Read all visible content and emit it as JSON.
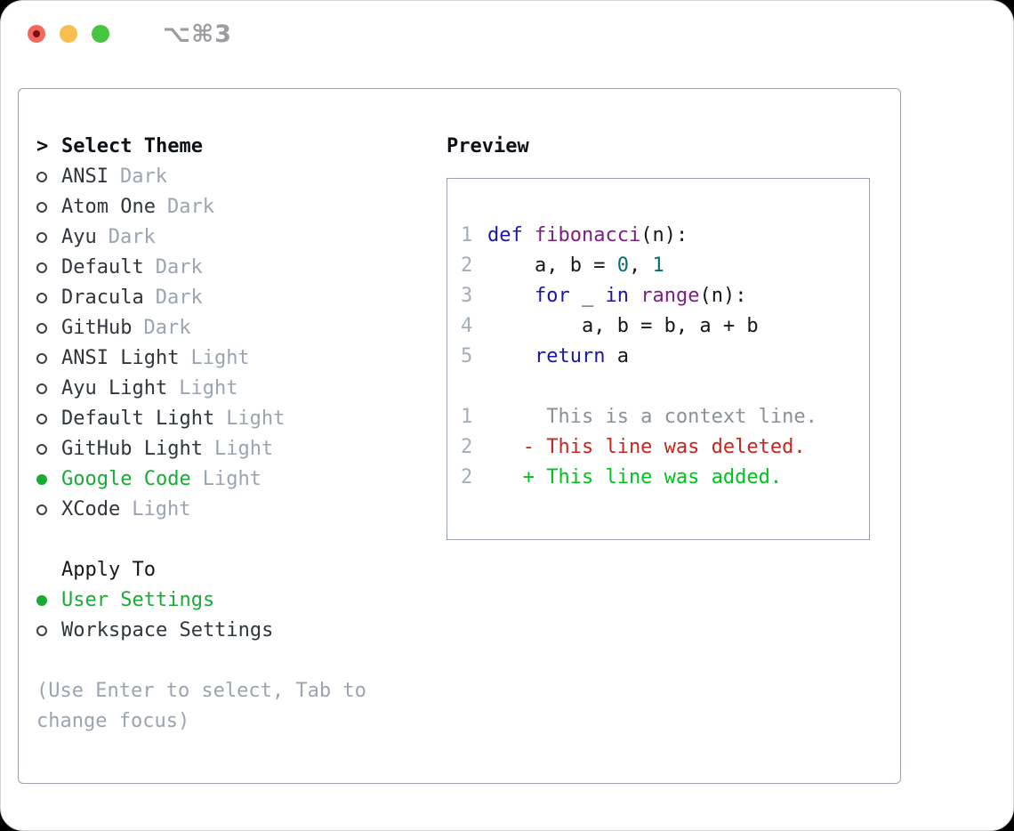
{
  "window": {
    "title": "⌥⌘3"
  },
  "titlebar_buttons": [
    {
      "name": "close"
    },
    {
      "name": "minimize"
    },
    {
      "name": "zoom"
    }
  ],
  "theme_list": {
    "header_prefix": ">",
    "header": "Select Theme",
    "items": [
      {
        "name": "ANSI",
        "variant": "Dark",
        "selected": false
      },
      {
        "name": "Atom One",
        "variant": "Dark",
        "selected": false
      },
      {
        "name": "Ayu",
        "variant": "Dark",
        "selected": false
      },
      {
        "name": "Default",
        "variant": "Dark",
        "selected": false
      },
      {
        "name": "Dracula",
        "variant": "Dark",
        "selected": false
      },
      {
        "name": "GitHub",
        "variant": "Dark",
        "selected": false
      },
      {
        "name": "ANSI Light",
        "variant": "Light",
        "selected": false
      },
      {
        "name": "Ayu Light",
        "variant": "Light",
        "selected": false
      },
      {
        "name": "Default Light",
        "variant": "Light",
        "selected": false
      },
      {
        "name": "GitHub Light",
        "variant": "Light",
        "selected": false
      },
      {
        "name": "Google Code",
        "variant": "Light",
        "selected": true
      },
      {
        "name": "XCode",
        "variant": "Light",
        "selected": false
      }
    ]
  },
  "apply_to": {
    "header": "Apply To",
    "options": [
      {
        "label": "User Settings",
        "selected": true
      },
      {
        "label": "Workspace Settings",
        "selected": false
      }
    ]
  },
  "hint": "(Use Enter to select, Tab to change focus)",
  "preview": {
    "header": "Preview",
    "lines": [
      {
        "num": "1",
        "tokens": [
          {
            "t": "def",
            "c": "kw"
          },
          {
            "t": " ",
            "c": "plain"
          },
          {
            "t": "fibonacci",
            "c": "fn"
          },
          {
            "t": "(n):",
            "c": "plain"
          }
        ]
      },
      {
        "num": "2",
        "tokens": [
          {
            "t": "    a, b = ",
            "c": "plain"
          },
          {
            "t": "0",
            "c": "num"
          },
          {
            "t": ", ",
            "c": "plain"
          },
          {
            "t": "1",
            "c": "num"
          }
        ]
      },
      {
        "num": "3",
        "tokens": [
          {
            "t": "    ",
            "c": "plain"
          },
          {
            "t": "for",
            "c": "kw"
          },
          {
            "t": " _ ",
            "c": "plain"
          },
          {
            "t": "in",
            "c": "kw"
          },
          {
            "t": " ",
            "c": "plain"
          },
          {
            "t": "range",
            "c": "fn"
          },
          {
            "t": "(n):",
            "c": "plain"
          }
        ]
      },
      {
        "num": "4",
        "tokens": [
          {
            "t": "        a, b = b, a + b",
            "c": "plain"
          }
        ]
      },
      {
        "num": "5",
        "tokens": [
          {
            "t": "    ",
            "c": "plain"
          },
          {
            "t": "return",
            "c": "kw"
          },
          {
            "t": " a",
            "c": "plain"
          }
        ]
      },
      {
        "num": "",
        "tokens": []
      },
      {
        "num": "1",
        "tokens": [
          {
            "t": "     This is a context line.",
            "c": "ctx"
          }
        ]
      },
      {
        "num": "2",
        "tokens": [
          {
            "t": "   - This line was deleted.",
            "c": "del"
          }
        ]
      },
      {
        "num": "2",
        "tokens": [
          {
            "t": "   + This line was added.",
            "c": "add"
          }
        ]
      }
    ]
  },
  "colors": {
    "selection_green": "#18ac35",
    "added_green": "#00c31d",
    "deleted_red": "#c6261d",
    "keyword_blue": "#1b16a7",
    "function_purple": "#7b2083",
    "number_teal": "#086d70",
    "context_gray": "#8b9199",
    "line_number_gray": "#a4aeba",
    "muted_gray": "#9aa5b1",
    "border_gray": "#98a1ac",
    "text_dark": "#30363d",
    "title_gray": "#9c9ca0",
    "traffic_red": "#f1685e",
    "traffic_yellow": "#f6bf4f",
    "traffic_green": "#46c63f"
  }
}
